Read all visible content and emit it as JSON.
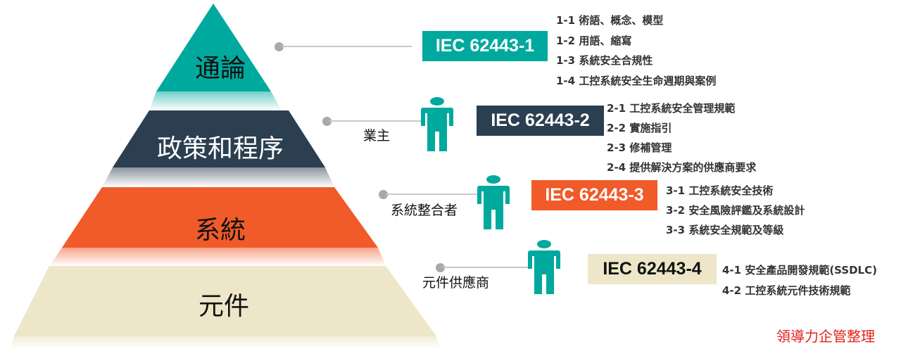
{
  "colors": {
    "teal": "#00A99D",
    "navy": "#2B3F51",
    "orange": "#F15A29",
    "beige": "#EDE6C8",
    "footer": "#E2231A"
  },
  "pyramid": [
    {
      "label": "通論"
    },
    {
      "label": "政策和程序"
    },
    {
      "label": "系統"
    },
    {
      "label": "元件"
    }
  ],
  "standards": [
    {
      "code": "IEC 62443-1",
      "role": "",
      "items": [
        "1-1 術語、概念、模型",
        "1-2 用語、縮寫",
        "1-3 系統安全合規性",
        "1-4 工控系統安全生命週期與案例"
      ]
    },
    {
      "code": "IEC 62443-2",
      "role": "業主",
      "items": [
        "2-1 工控系統安全管理規範",
        "2-2 實施指引",
        "2-3 修補管理",
        "2-4 提供解決方案的供應商要求"
      ]
    },
    {
      "code": "IEC 62443-3",
      "role": "系統整合者",
      "items": [
        "3-1 工控系統安全技術",
        "3-2 安全風險評鑑及系統設計",
        "3-3 系統安全規範及等級"
      ]
    },
    {
      "code": "IEC 62443-4",
      "role": "元件供應商",
      "items": [
        "4-1 安全產品開發規範(SSDLC)",
        "4-2 工控系統元件技術規範"
      ]
    }
  ],
  "footer": "領導力企管整理"
}
